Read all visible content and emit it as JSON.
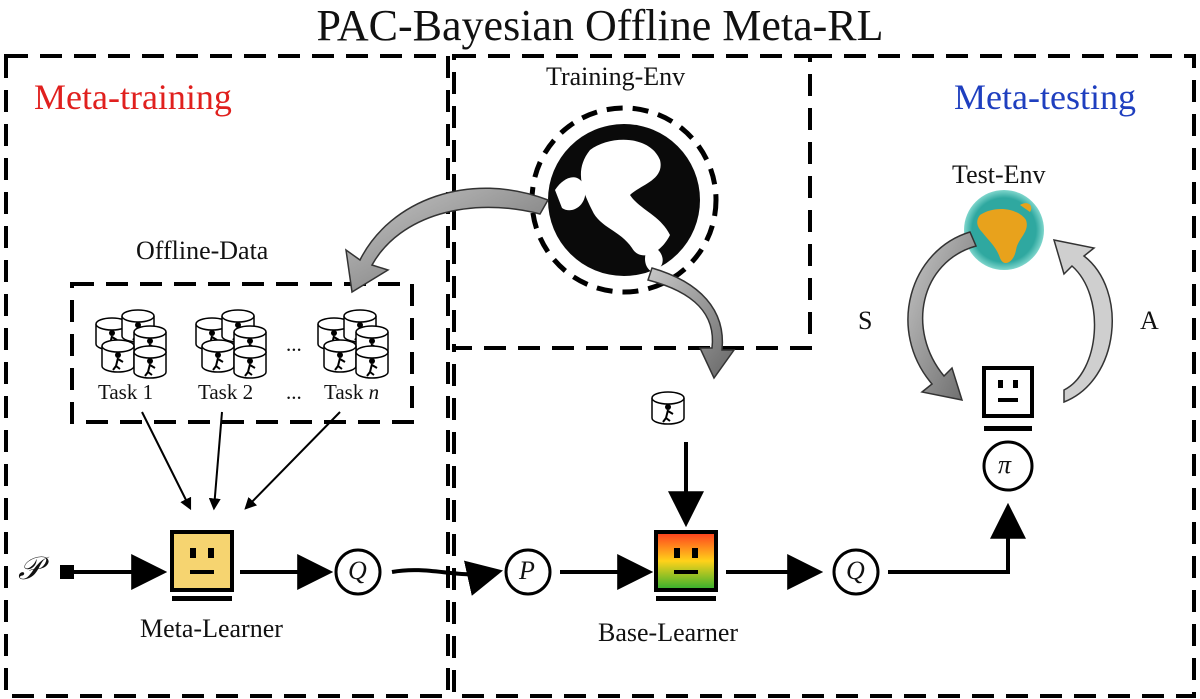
{
  "title": "PAC-Bayesian Offline Meta-RL",
  "sections": {
    "meta_training": "Meta-training",
    "meta_testing": "Meta-testing",
    "training_env": "Training-Env",
    "test_env": "Test-Env",
    "offline_data": "Offline-Data"
  },
  "tasks": {
    "task1": "Task 1",
    "task2": "Task 2",
    "ellipsis": "...",
    "task_n_prefix": "Task",
    "task_n_var": "n"
  },
  "learners": {
    "meta_learner": "Meta-Learner",
    "base_learner": "Base-Learner"
  },
  "symbols": {
    "prior_P_script": "𝒫",
    "posterior_Q_1": "Q",
    "prior_P": "P",
    "posterior_Q_2": "Q",
    "policy": "π",
    "state": "S",
    "action": "A"
  },
  "colors": {
    "meta_training": "#e0201e",
    "meta_testing": "#1f3fbf",
    "meta_learner_face": "#f6d470",
    "base_learner_top": "#ff3b1f",
    "base_learner_mid": "#ffd21a",
    "base_learner_bottom": "#2fb02f",
    "earth_ocean": "#2fa8a0",
    "earth_land": "#e8a21c",
    "arrow_gray": "#9a9a9a"
  },
  "icons": {
    "training_env": "globe-icon",
    "test_env": "earth-icon",
    "task_db": "database-icon",
    "learner": "robot-face-icon"
  }
}
